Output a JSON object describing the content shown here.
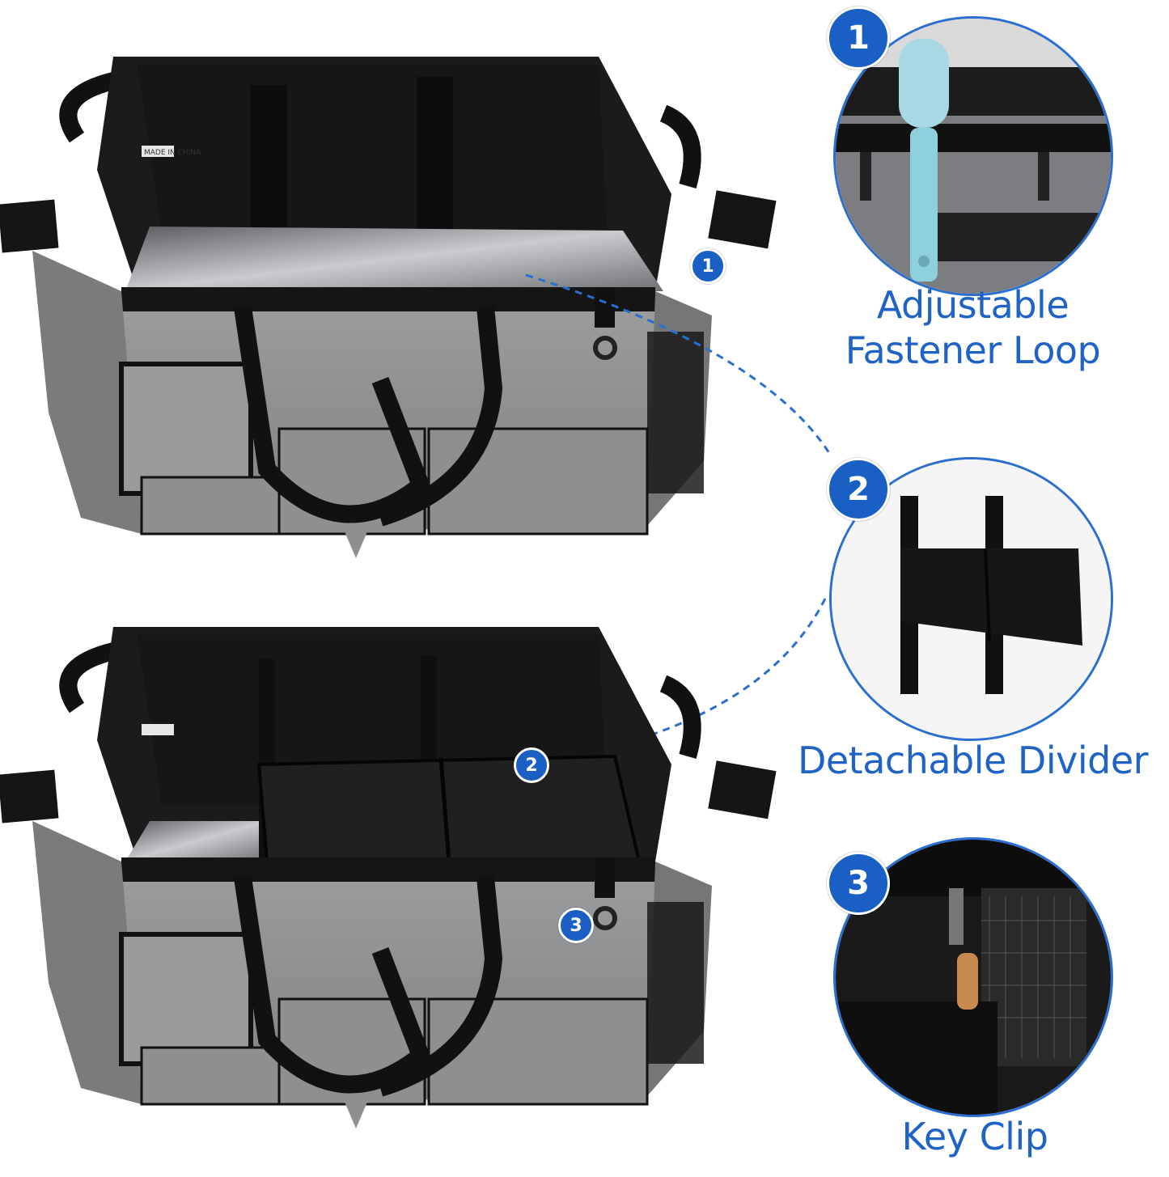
{
  "features": [
    {
      "number": "1",
      "title_line1": "Adjustable",
      "title_line2": "Fastener Loop"
    },
    {
      "number": "2",
      "title_line1": "Detachable Divider",
      "title_line2": ""
    },
    {
      "number": "3",
      "title_line1": "Key Clip",
      "title_line2": ""
    }
  ],
  "photo_markers": {
    "top": "1",
    "bottom_divider": "2",
    "bottom_clip": "3"
  },
  "bag_label_text": "MADE IN CHINA",
  "colors": {
    "accent": "#1f63c6",
    "badge": "#1a5fc4",
    "bag_gray": "#8a8b8d",
    "bag_black": "#111111"
  }
}
